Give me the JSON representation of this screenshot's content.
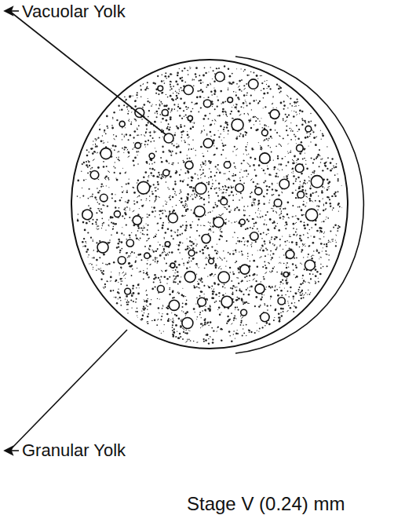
{
  "diagram": {
    "caption": "Stage V (0.24) mm",
    "labels": [
      "Vacuolar Yolk",
      "Granular Yolk"
    ]
  }
}
